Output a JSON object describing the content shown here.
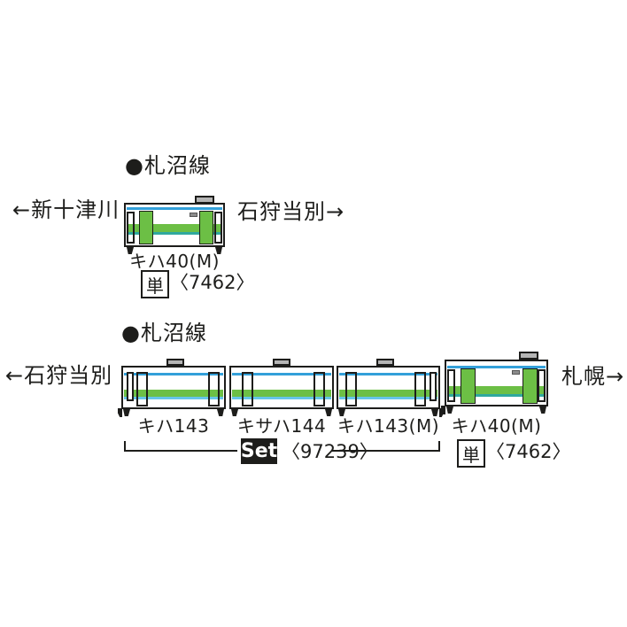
{
  "colors": {
    "green": "#6cbf45",
    "blue": "#33a0d9",
    "cyan": "#66c5e8",
    "teal": "#2fa89e",
    "ink": "#1d1d1b"
  },
  "top_section": {
    "header": "●札沼線",
    "left_terminus": "←新十津川",
    "right_terminus": "石狩当別→",
    "car_label": "キハ40(M)",
    "product": {
      "badge": "単",
      "number": "〈7462〉"
    }
  },
  "bottom_section": {
    "header": "●札沼線",
    "left_terminus": "←石狩当別",
    "right_terminus": "札幌→",
    "car_labels": [
      "キハ143",
      "キサハ144",
      "キハ143(M)",
      "キハ40(M)"
    ],
    "set_product": {
      "badge": "Set",
      "number": "〈97239〉"
    },
    "single_product": {
      "badge": "単",
      "number": "〈7462〉"
    }
  }
}
